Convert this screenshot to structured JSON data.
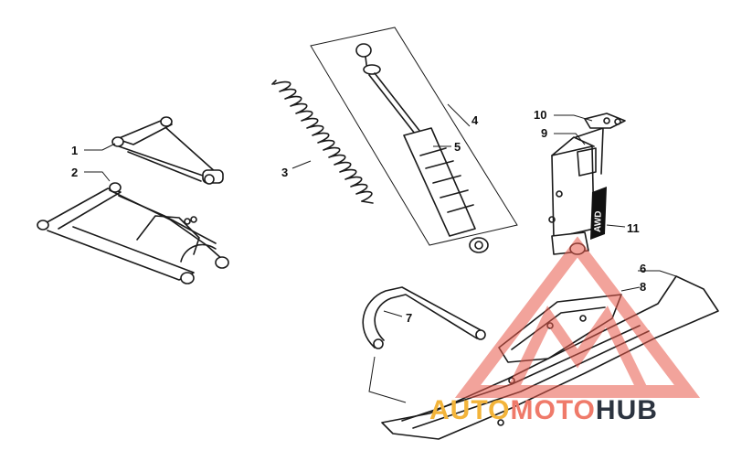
{
  "callouts": {
    "c1": "1",
    "c2": "2",
    "c3": "3",
    "c4": "4",
    "c5": "5",
    "c6": "6",
    "c7": "7",
    "c8": "8",
    "c9": "9",
    "c10": "10",
    "c11": "11"
  },
  "decal_text": "AWD",
  "watermark": {
    "part1": "AUTO",
    "part2": "MOTO",
    "part3": "HUB",
    "color_auto": "#f3b43a",
    "color_moto": "#ef7a6a",
    "color_hub": "#2c3440",
    "color_logo": "#e8594b"
  }
}
